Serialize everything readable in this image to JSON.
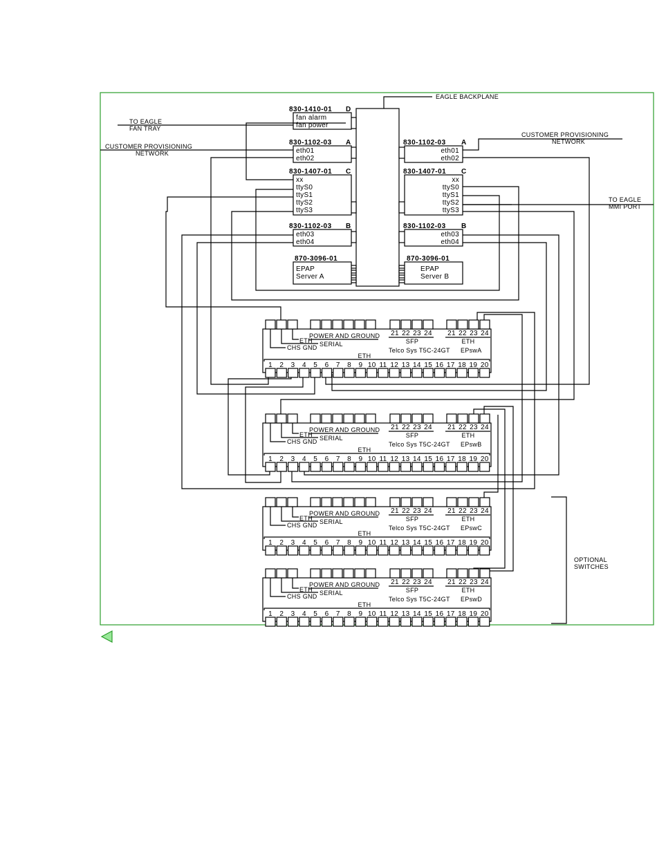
{
  "labels": {
    "eagle_backplane": "EAGLE BACKPLANE",
    "to_eagle": "TO EAGLE",
    "fan_tray": "FAN TRAY",
    "cust_prov": "CUSTOMER PROVISIONING",
    "network": "NETWORK",
    "mmi_port": "MMI PORT",
    "optional": "OPTIONAL",
    "switches": "SWITCHES"
  },
  "fan_card": {
    "part": "830-1410-01",
    "letter": "D",
    "ports": [
      "fan alarm",
      "fan power"
    ]
  },
  "left_cards": [
    {
      "part": "830-1102-03",
      "letter": "A",
      "ports": [
        "eth01",
        "eth02"
      ]
    },
    {
      "part": "830-1407-01",
      "letter": "C",
      "ports": [
        "xx",
        "ttyS0",
        "ttyS1",
        "ttyS2",
        "ttyS3"
      ]
    },
    {
      "part": "830-1102-03",
      "letter": "B",
      "ports": [
        "eth03",
        "eth04"
      ]
    }
  ],
  "right_cards": [
    {
      "part": "830-1102-03",
      "letter": "A",
      "ports": [
        "eth01",
        "eth02"
      ]
    },
    {
      "part": "830-1407-01",
      "letter": "C",
      "ports": [
        "xx",
        "ttyS0",
        "ttyS1",
        "ttyS2",
        "ttyS3"
      ]
    },
    {
      "part": "830-1102-03",
      "letter": "B",
      "ports": [
        "eth03",
        "eth04"
      ]
    }
  ],
  "servers": [
    {
      "part": "870-3096-01",
      "line1": "EPAP",
      "line2": "Server A"
    },
    {
      "part": "870-3096-01",
      "line1": "EPAP",
      "line2": "Server B"
    }
  ],
  "switch_labels": {
    "power": "POWER AND GROUND",
    "sfp": "SFP",
    "eth": "ETH",
    "eth_small": "ETH",
    "serial": "SERIAL",
    "chs_gnd": "CHS GND",
    "model": "Telco Sys T5C-24GT",
    "upper_ports": [
      "21",
      "22",
      "23",
      "24"
    ],
    "lower_ports": [
      "1",
      "2",
      "3",
      "4",
      "5",
      "6",
      "7",
      "8",
      "9",
      "10",
      "11",
      "12",
      "13",
      "14",
      "15",
      "16",
      "17",
      "18",
      "19",
      "20"
    ]
  },
  "switches": [
    {
      "name": "EPswA"
    },
    {
      "name": "EPswB"
    },
    {
      "name": "EPswC"
    },
    {
      "name": "EPswD"
    }
  ],
  "colors": {
    "frame": "#2a9d2a",
    "arrow_fill": "#9be89b",
    "arrow_stroke": "#2a9d2a"
  }
}
